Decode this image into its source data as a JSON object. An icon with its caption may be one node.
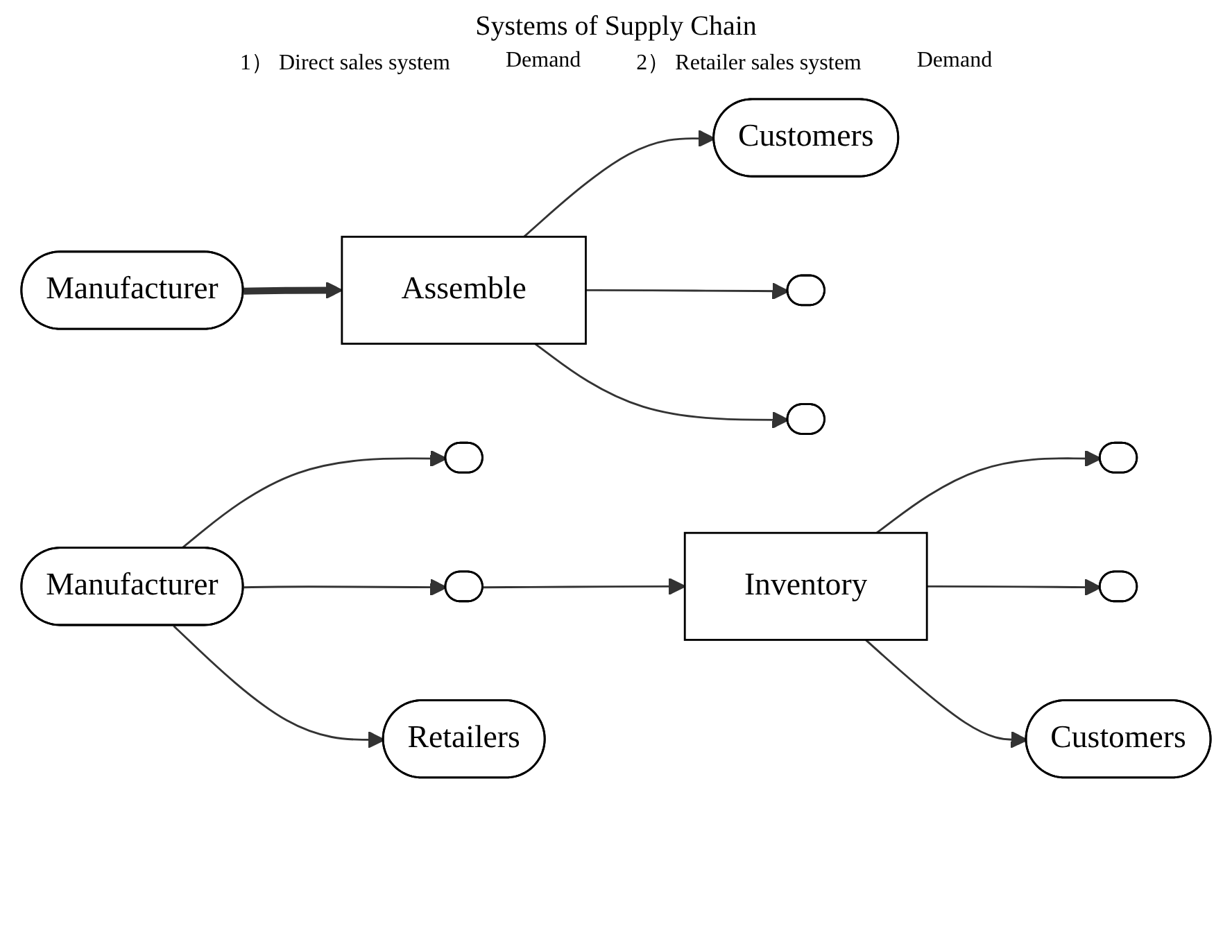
{
  "diagram": {
    "title": "Systems of Supply Chain",
    "nodes": [
      {
        "text": [
          "Manufacturer"
        ]
      },
      {
        "text": [
          "Assemble"
        ]
      },
      {
        "text": [
          "Customers"
        ]
      },
      {
        "text": [],
        "shape": "ellipse"
      },
      {
        "text": [],
        "shape": "ellipse"
      },
      {
        "text": [
          "Manufacturer"
        ]
      },
      {
        "text": [],
        "shape": "ellipse"
      },
      {
        "text": [],
        "shape": "ellipse"
      },
      {
        "text": [
          "Retailers"
        ]
      },
      {
        "text": [
          "Inventory"
        ]
      },
      {
        "text": [],
        "shape": "ellipse"
      },
      {
        "text": [],
        "shape": "ellipse"
      },
      {
        "text": [
          "Customers"
        ]
      }
    ],
    "edges": [
      {
        "from": 0,
        "to": 1,
        "arrow": "to",
        "style": "thick"
      },
      {
        "from": 1,
        "to": 2,
        "arrow": "to"
      },
      {
        "from": 1,
        "to": 3,
        "arrow": "to"
      },
      {
        "from": 1,
        "to": 4,
        "arrow": "to"
      },
      {
        "from": 5,
        "to": 6,
        "arrow": "to"
      },
      {
        "from": 5,
        "to": 7,
        "arrow": "to"
      },
      {
        "from": 5,
        "to": 8,
        "arrow": "to"
      },
      {
        "from": 7,
        "to": 9,
        "arrow": "to"
      },
      {
        "from": 9,
        "to": 10,
        "arrow": "to"
      },
      {
        "from": 9,
        "to": 11,
        "arrow": "to"
      },
      {
        "from": 9,
        "to": 12,
        "arrow": "to"
      }
    ],
    "labels": [
      "1） Direct sales system",
      "Demand",
      "2） Retailer sales system",
      "Demand"
    ]
  }
}
